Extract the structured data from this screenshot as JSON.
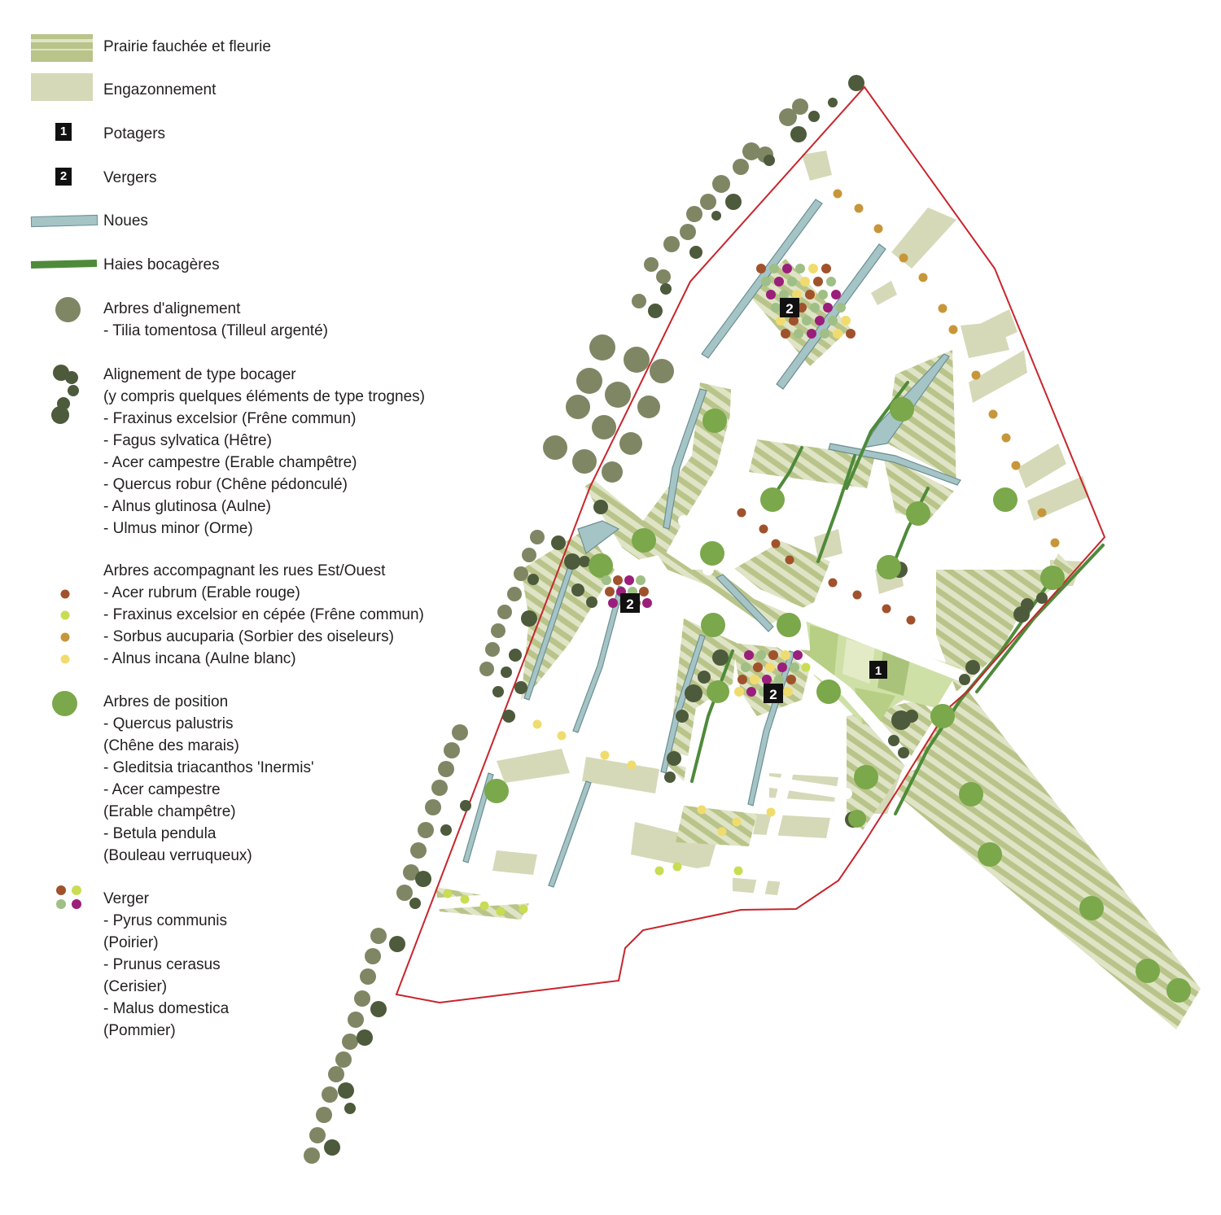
{
  "colors": {
    "boundary": "#c8252c",
    "meadow": "#b9c48a",
    "meadow_light": "#dfe4c6",
    "lawn": "#d5d9b8",
    "noue": "#a5c4c6",
    "noue_stroke": "#6c8f93",
    "hedge": "#4e8a3a",
    "align_tree": "#7f8664",
    "bocage_tree": "#4d5a3b",
    "position_tree": "#7aa84a",
    "acer_rubrum": "#a0522d",
    "fraxinus_cepee": "#c9dc54",
    "sorbus": "#c8963a",
    "alnus_incana": "#f0dc6e",
    "orchard_green": "#9fbf86",
    "orchard_purple": "#9b1e7b",
    "potager_bands": [
      "#cfe0a7",
      "#b6cf84",
      "#e3ebc6",
      "#a9c47a"
    ]
  },
  "legend": [
    {
      "key": "meadow",
      "icon": "meadow-swatch",
      "text": "Prairie fauchée et fleurie"
    },
    {
      "key": "lawn",
      "icon": "lawn-swatch",
      "text": "Engazonnement"
    },
    {
      "key": "potager",
      "icon": "number-1-badge",
      "badge": "1",
      "text": "Potagers"
    },
    {
      "key": "verger_badge",
      "icon": "number-2-badge",
      "badge": "2",
      "text": "Vergers"
    },
    {
      "key": "noues",
      "icon": "noue-swatch",
      "text": "Noues"
    },
    {
      "key": "haies",
      "icon": "hedge-swatch",
      "text": "Haies bocagères"
    },
    {
      "key": "align",
      "icon": "alignment-tree-icon",
      "text": "Arbres d'alignement\n- Tilia tomentosa (Tilleul argenté)"
    },
    {
      "key": "bocager",
      "icon": "bocage-trees-icon",
      "text": "Alignement de type bocager\n(y compris quelques éléments de type trognes)\n- Fraxinus excelsior (Frêne commun)\n- Fagus sylvatica (Hêtre)\n- Acer campestre (Erable champêtre)\n- Quercus robur (Chêne pédonculé)\n- Alnus glutinosa (Aulne)\n- Ulmus minor (Orme)"
    },
    {
      "key": "rues",
      "icon": "street-tree-dots-icon",
      "text": "Arbres accompagnant les rues Est/Ouest\n- Acer rubrum (Erable rouge)\n- Fraxinus excelsior en cépée (Frêne commun)\n- Sorbus aucuparia (Sorbier des oiseleurs)\n- Alnus incana (Aulne blanc)"
    },
    {
      "key": "position",
      "icon": "position-tree-icon",
      "text": "Arbres de position\n- Quercus palustris\n(Chêne des marais)\n- Gleditsia triacanthos 'Inermis'\n- Acer campestre\n(Erable champêtre)\n- Betula pendula\n(Bouleau verruqueux)"
    },
    {
      "key": "verger",
      "icon": "orchard-dots-icon",
      "text": "Verger\n- Pyrus communis\n(Poirier)\n- Prunus cerasus\n(Cerisier)\n- Malus domestica\n(Pommier)"
    }
  ],
  "map_labels": {
    "verger_1": "2",
    "verger_2": "2",
    "verger_3": "2",
    "potager_1": "1"
  }
}
